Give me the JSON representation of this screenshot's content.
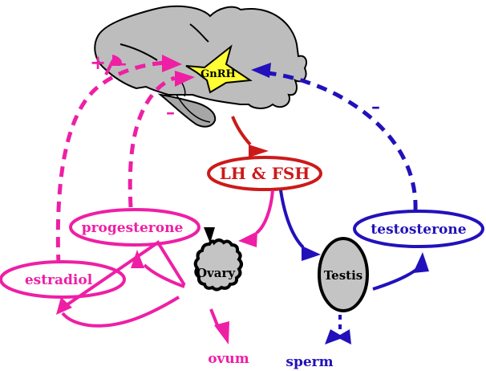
{
  "diagram": {
    "title": "Hypothalamic-pituitary-gonadal axis",
    "colors": {
      "female": "#ee1fa5",
      "male": "#2211bb",
      "pituitary": "#cc1a1a",
      "brain": "#bdbdbd",
      "gnrh": "#ffff33",
      "gonad": "#c8c8c8"
    },
    "nodes": {
      "gnrh": "GnRH",
      "lh_fsh": "LH & FSH",
      "progesterone": "progesterone",
      "estradiol": "estradiol",
      "ovary": "Ovary",
      "testis": "Testis",
      "testosterone": "testosterone",
      "ovum": "ovum",
      "sperm": "sperm"
    },
    "feedback_signs": {
      "estradiol_plus": "+",
      "estradiol_minus": "–",
      "progesterone_minus": "–",
      "testosterone_minus": "–"
    },
    "edges": [
      {
        "from": "GnRH",
        "to": "LH & FSH",
        "type": "stimulation"
      },
      {
        "from": "LH & FSH",
        "to": "Ovary",
        "type": "stimulation"
      },
      {
        "from": "LH & FSH",
        "to": "Testis",
        "type": "stimulation"
      },
      {
        "from": "Ovary",
        "to": "progesterone",
        "type": "stimulation"
      },
      {
        "from": "Ovary",
        "to": "estradiol",
        "type": "stimulation"
      },
      {
        "from": "Ovary",
        "to": "ovum",
        "type": "stimulation"
      },
      {
        "from": "Testis",
        "to": "testosterone",
        "type": "stimulation"
      },
      {
        "from": "Testis",
        "to": "sperm",
        "type": "stimulation"
      },
      {
        "from": "estradiol",
        "to": "GnRH",
        "type": "feedback",
        "sign": "+/-"
      },
      {
        "from": "progesterone",
        "to": "GnRH",
        "type": "feedback",
        "sign": "-"
      },
      {
        "from": "testosterone",
        "to": "GnRH",
        "type": "feedback",
        "sign": "-"
      }
    ]
  }
}
